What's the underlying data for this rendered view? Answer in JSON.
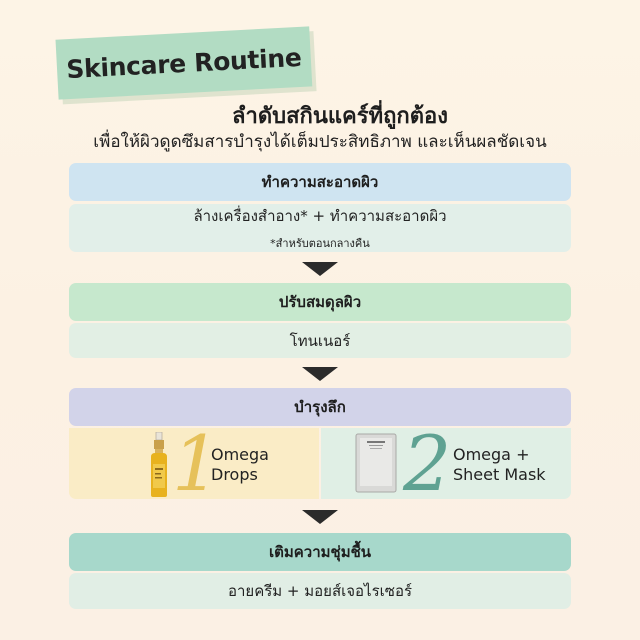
{
  "badge": {
    "label": "Skincare Routine"
  },
  "title": "ลำดับสกินแคร์ที่ถูกต้อง",
  "subtitle": "เพื่อให้ผิวดูดซึมสารบำรุงได้เต็มประสิทธิภาพ และเห็นผลชัดเจน",
  "steps": [
    {
      "header": "ทำความสะอาดผิว",
      "body": "ล้างเครื่องสำอาง* + ทำความสะอาดผิว",
      "note": "*สำหรับตอนกลางคืน"
    },
    {
      "header": "ปรับสมดุลผิว",
      "body": "โทนเนอร์"
    },
    {
      "header": "บำรุงลึก",
      "products": [
        {
          "number": "1",
          "line1": "Omega",
          "line2": "Drops",
          "icon": "serum-bottle-icon"
        },
        {
          "number": "2",
          "line1": "Omega +",
          "line2": "Sheet Mask",
          "icon": "sheet-mask-icon"
        }
      ]
    },
    {
      "header": "เติมความชุ่มชื้น",
      "body": "อายครีม + มอยส์เจอไรเซอร์"
    }
  ],
  "colors": {
    "badge": "#b2dcc3",
    "step1_header": "#cfe4f1",
    "step1_panel": "#e2efe9",
    "step2_header": "#c6e8cd",
    "step2_panel": "#e2efe4",
    "step3_header": "#d2d3e9",
    "product1_panel": "#faecc6",
    "product2_panel": "#e0efe5",
    "step4_header": "#a7d8cb",
    "step4_panel": "#e1eee5",
    "number1": "#e6c15a",
    "number2": "#5fa292"
  }
}
